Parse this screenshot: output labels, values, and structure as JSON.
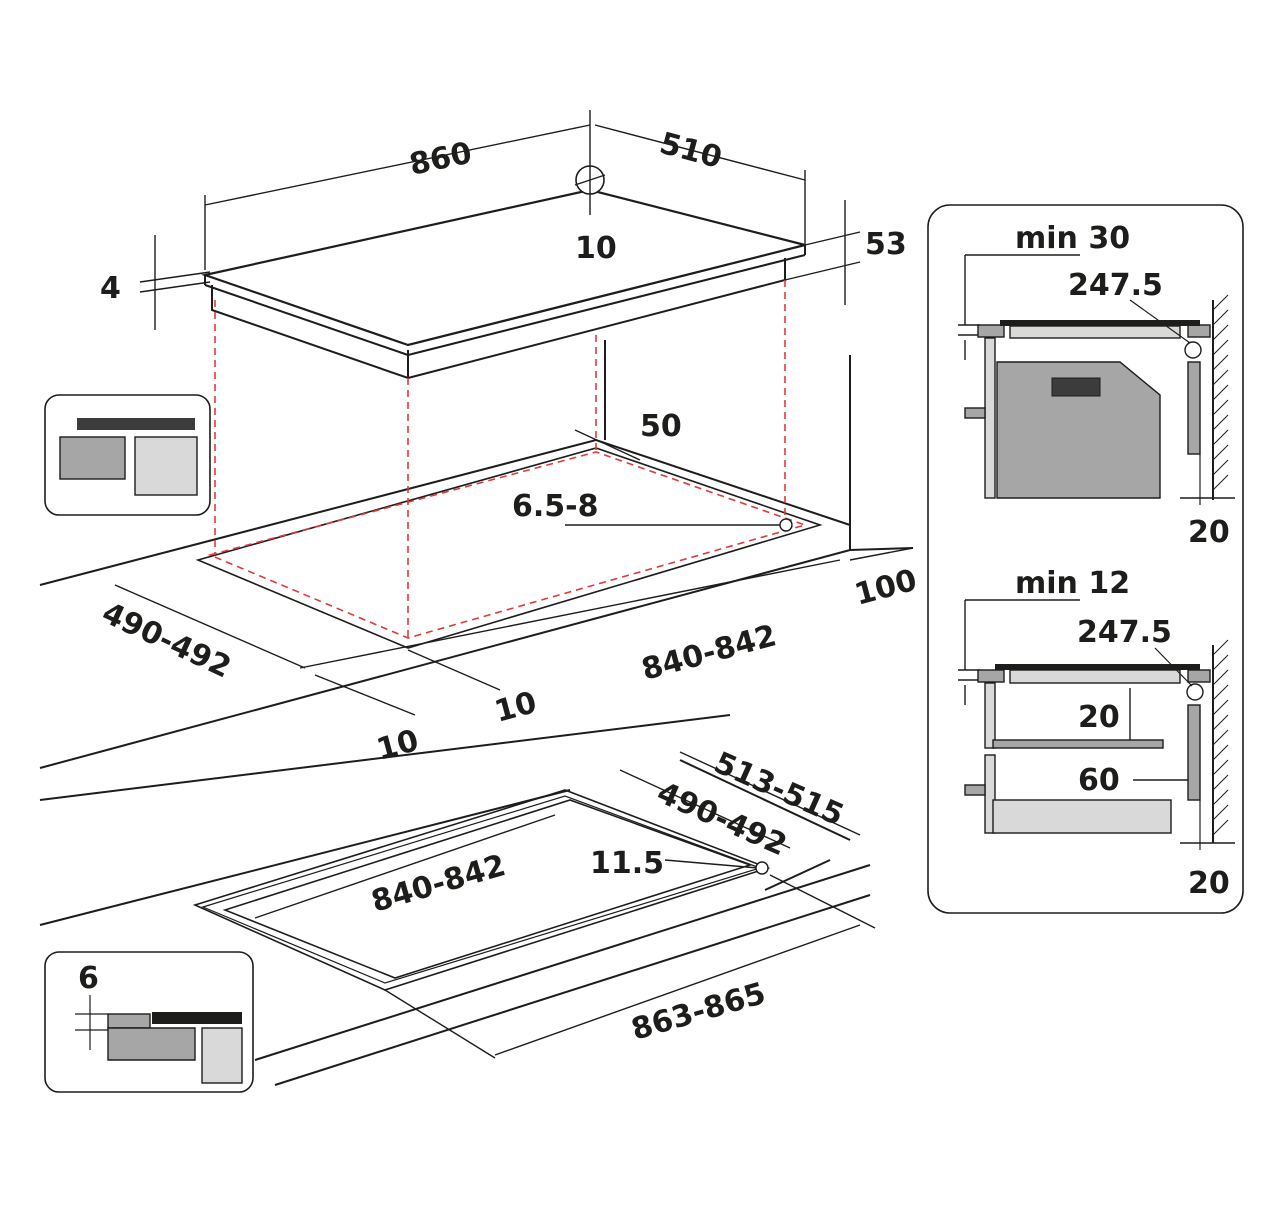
{
  "dimensions": {
    "hob_width": "860",
    "hob_depth": "510",
    "edge_thickness": "4",
    "hob_height": "53",
    "connection_distance": "10",
    "rear_clearance": "50",
    "seal_width": "6.5-8",
    "wall_distance": "100",
    "cutout_depth": "490-492",
    "cutout_width": "840-842",
    "front_clearance_a": "10",
    "front_clearance_b": "10",
    "flush_outer_depth": "513-515",
    "flush_inner_depth": "490-492",
    "flush_inner_width": "840-842",
    "flush_rebate": "11.5",
    "flush_outer_width": "863-865",
    "flush_step": "6"
  },
  "oven_detail": {
    "min_label": "min 30",
    "offset": "247.5",
    "wall_gap": "20"
  },
  "drawer_detail": {
    "min_label": "min 12",
    "offset": "247.5",
    "shelf_gap": "20",
    "rear_gap": "60",
    "wall_gap": "20"
  },
  "colors": {
    "line": "#1d1d1b",
    "guide": "#e03a3a",
    "fill_dark": "#a6a6a6",
    "fill_light": "#d9d9d9"
  }
}
